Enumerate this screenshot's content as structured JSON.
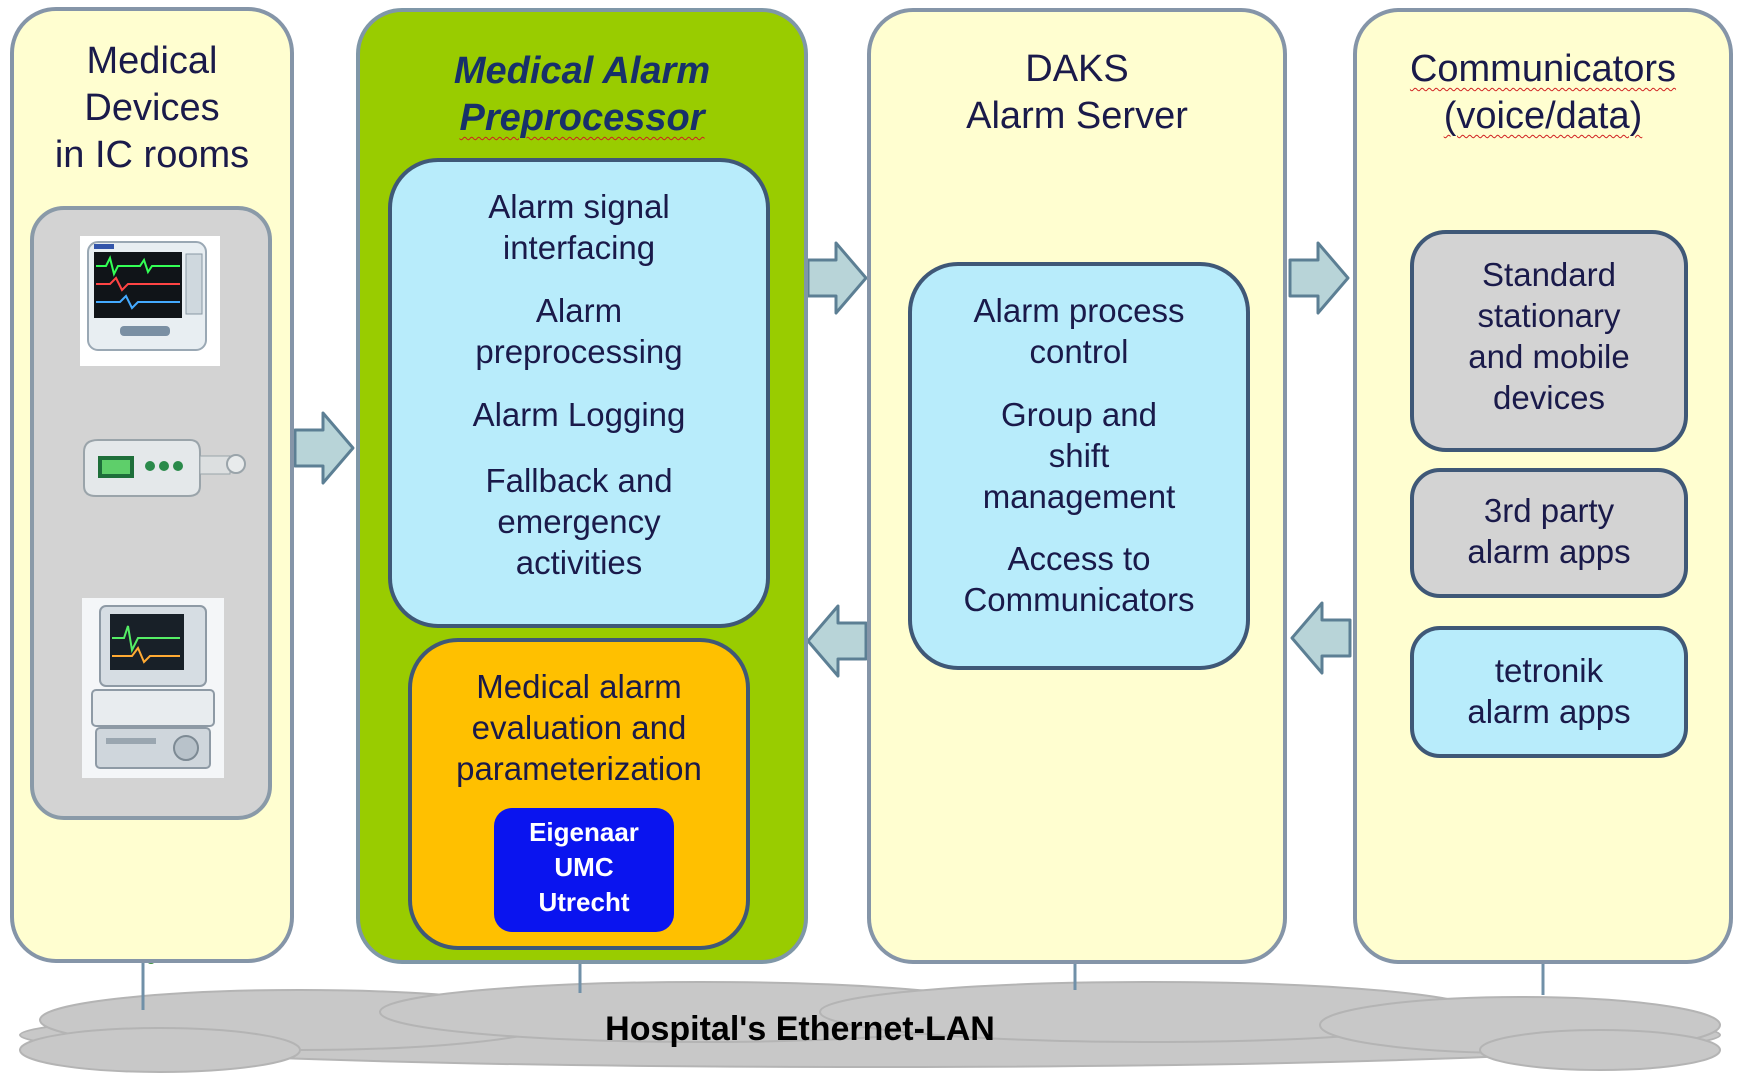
{
  "columns": {
    "devices": {
      "title": [
        "Medical",
        "Devices",
        "in IC rooms"
      ]
    },
    "preprocessor": {
      "title": [
        "Medical Alarm",
        "Preprocessor"
      ],
      "functions": [
        [
          "Alarm signal",
          "interfacing"
        ],
        [
          "Alarm",
          "preprocessing"
        ],
        [
          "Alarm Logging"
        ],
        [
          "Fallback and",
          "emergency",
          "activities"
        ]
      ],
      "evaluation": [
        "Medical alarm",
        "evaluation and",
        "parameterization"
      ],
      "owner": [
        "Eigenaar",
        "UMC",
        "Utrecht"
      ]
    },
    "server": {
      "title": [
        "DAKS",
        "Alarm Server"
      ],
      "functions": [
        [
          "Alarm process",
          "control"
        ],
        [
          "Group and",
          "shift",
          "management"
        ],
        [
          "Access to",
          "Communicators"
        ]
      ]
    },
    "communicators": {
      "title": [
        "Communicators",
        "(voice/data)"
      ],
      "boxes": [
        {
          "lines": [
            "Standard",
            "stationary",
            "and mobile",
            "devices"
          ],
          "color": "grey"
        },
        {
          "lines": [
            "3rd party",
            "alarm apps"
          ],
          "color": "grey"
        },
        {
          "lines": [
            "tetronik",
            "alarm apps"
          ],
          "color": "blue"
        }
      ]
    }
  },
  "network": {
    "label": "Hospital's Ethernet-LAN"
  },
  "devices": [
    {
      "name": "patient-monitor",
      "icon": "monitor-icon"
    },
    {
      "name": "infusion-pump",
      "icon": "pump-icon"
    },
    {
      "name": "ventilator",
      "icon": "ventilator-icon"
    }
  ],
  "colors": {
    "column": "#fffed0",
    "preprocessor": "#99cc00",
    "function_box": "#b8ecfb",
    "device_box": "#d3d3d3",
    "evaluation_box": "#ffc000",
    "owner_box": "#0a14ef",
    "arrow": "#b8d4d8",
    "lan": "#c8c8c8"
  }
}
